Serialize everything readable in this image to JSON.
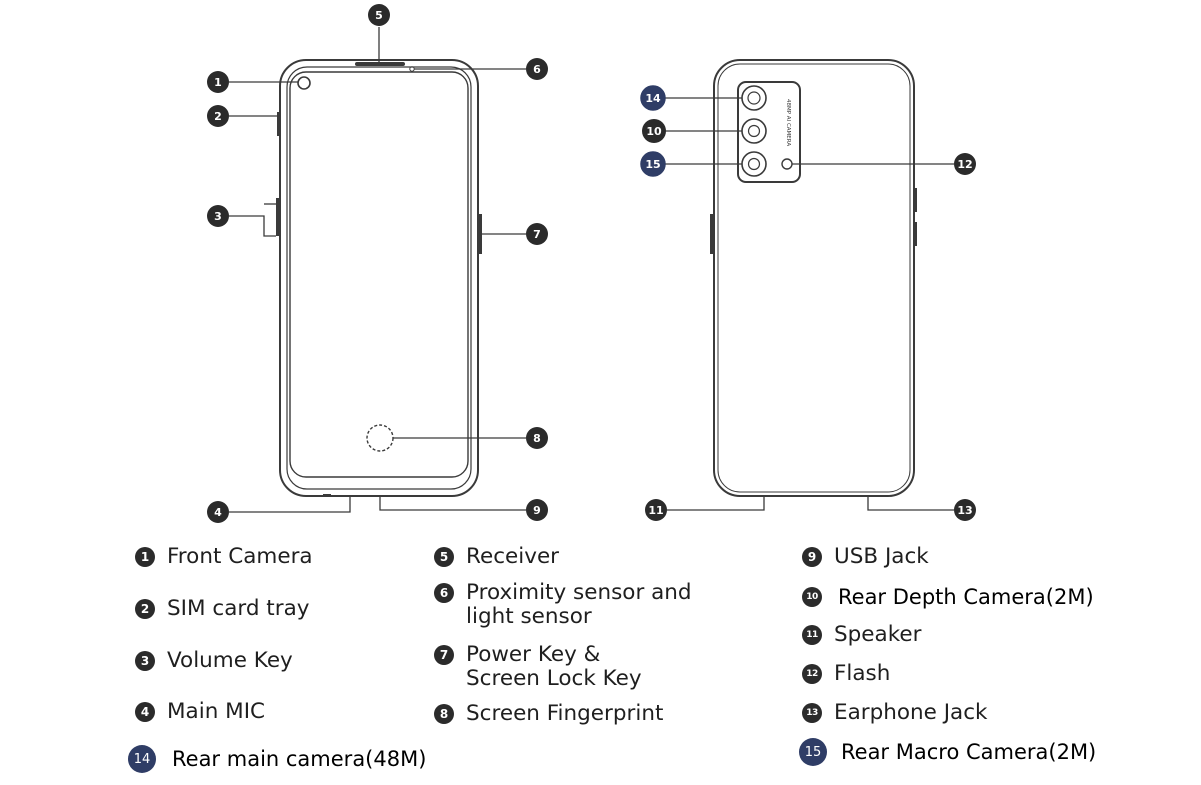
{
  "callouts": [
    {
      "n": "1"
    },
    {
      "n": "2"
    },
    {
      "n": "3"
    },
    {
      "n": "4"
    },
    {
      "n": "5"
    },
    {
      "n": "6"
    },
    {
      "n": "7"
    },
    {
      "n": "8"
    },
    {
      "n": "9"
    },
    {
      "n": "10"
    },
    {
      "n": "11"
    },
    {
      "n": "12"
    },
    {
      "n": "13"
    },
    {
      "n": "14"
    },
    {
      "n": "15"
    }
  ],
  "camera_module_text": "48MP AI CAMERA",
  "legend": [
    {
      "n": "1",
      "label": "Front Camera"
    },
    {
      "n": "2",
      "label": "SIM card tray"
    },
    {
      "n": "3",
      "label": "Volume Key"
    },
    {
      "n": "4",
      "label": "Main MIC"
    },
    {
      "n": "5",
      "label": "Receiver"
    },
    {
      "n": "6",
      "label": "Proximity sensor and\nlight sensor"
    },
    {
      "n": "7",
      "label": "Power Key &\nScreen Lock Key"
    },
    {
      "n": "8",
      "label": "Screen Fingerprint"
    },
    {
      "n": "9",
      "label": "USB Jack"
    },
    {
      "n": "10",
      "label": "Rear Depth Camera(2M)"
    },
    {
      "n": "11",
      "label": "Speaker"
    },
    {
      "n": "12",
      "label": "Flash"
    },
    {
      "n": "13",
      "label": "Earphone Jack"
    },
    {
      "n": "14",
      "label": "Rear main camera(48M)"
    },
    {
      "n": "15",
      "label": "Rear Macro Camera(2M)"
    }
  ],
  "colors": {
    "badge": "#2b2b2b",
    "badge_highlight": "#2f3d66",
    "line": "#3a3a3a"
  }
}
